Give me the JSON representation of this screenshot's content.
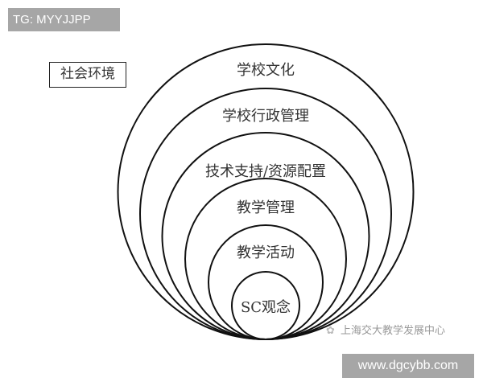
{
  "watermark_top": "TG: MYYJJPP",
  "outer_label": "社会环境",
  "layers": [
    {
      "label": "学校文化"
    },
    {
      "label": "学校行政管理"
    },
    {
      "label": "技术支持/资源配置"
    },
    {
      "label": "教学管理"
    },
    {
      "label": "教学活动"
    },
    {
      "label": "SC观念"
    }
  ],
  "source_watermark": "上海交大教学发展中心",
  "source_icon": "wechat-icon",
  "site_watermark": "www.dgcybb.com"
}
